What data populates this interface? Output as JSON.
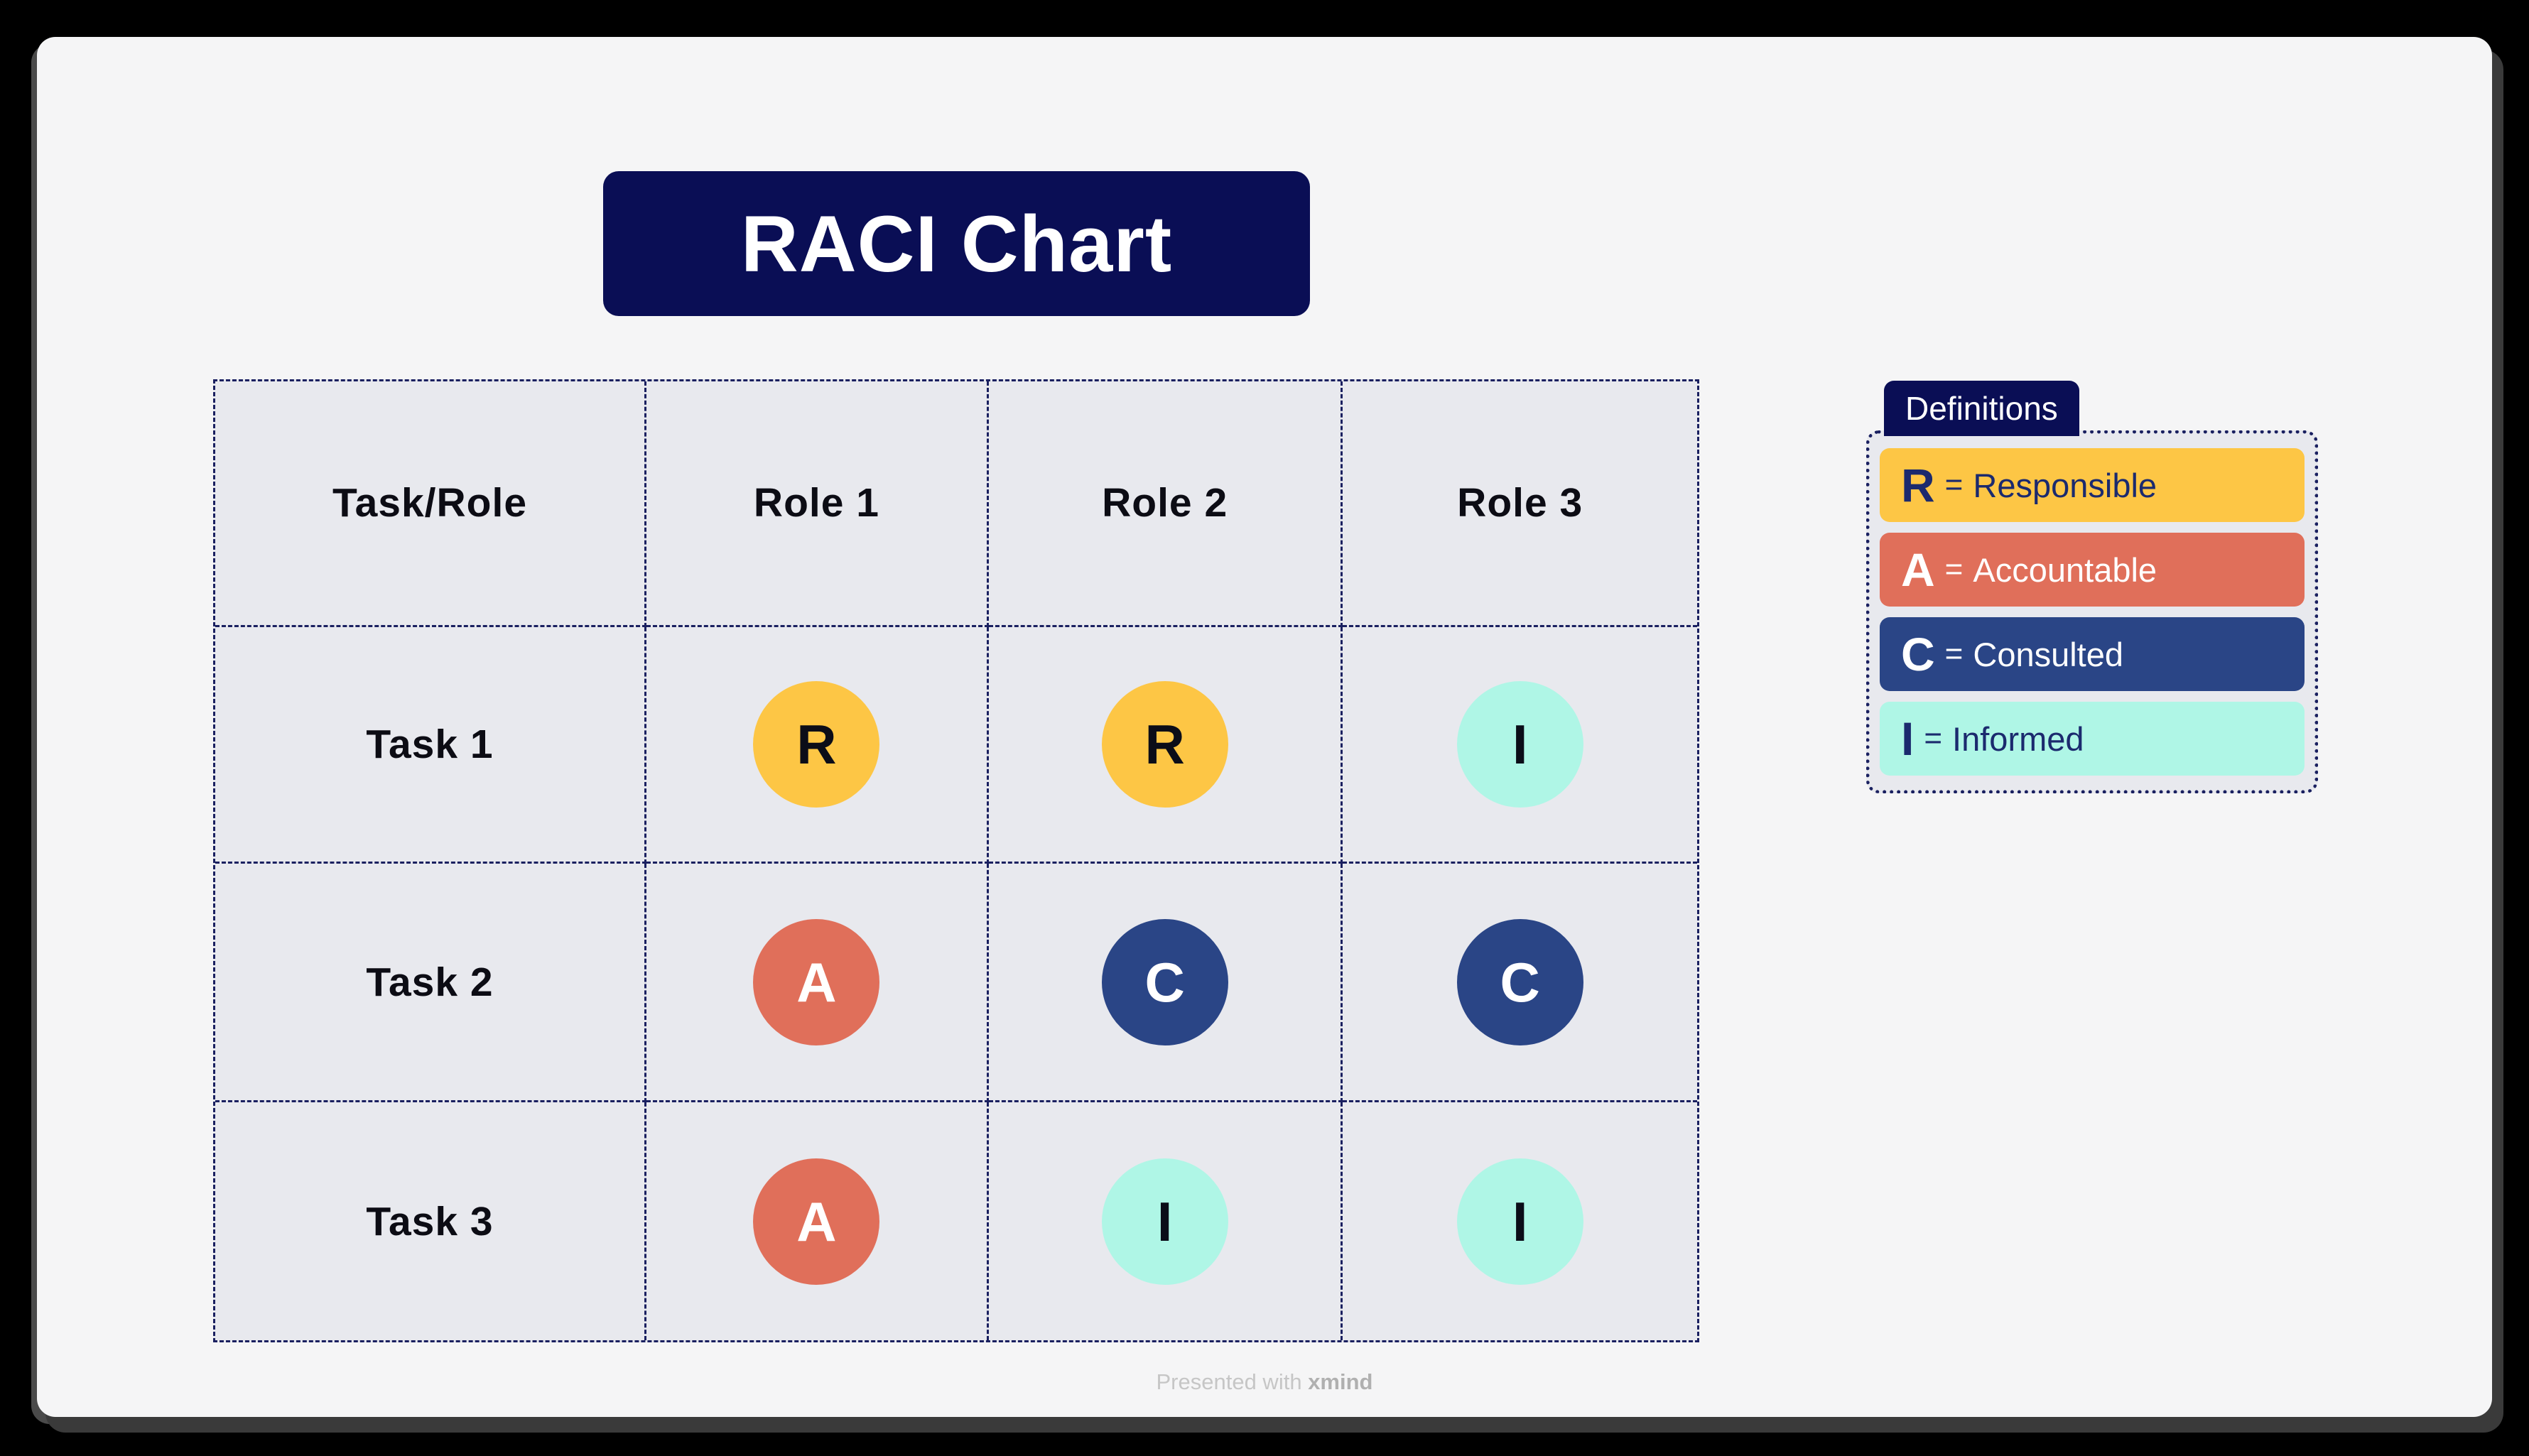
{
  "title": "RACI Chart",
  "table": {
    "header": [
      "Task/Role",
      "Role 1",
      "Role 2",
      "Role 3"
    ],
    "rows": [
      {
        "task": "Task 1",
        "cells": [
          {
            "letter": "R",
            "meaning": "Responsible",
            "bg": "#fdc645",
            "fg": "#0b0d18"
          },
          {
            "letter": "R",
            "meaning": "Responsible",
            "bg": "#fdc645",
            "fg": "#0b0d18"
          },
          {
            "letter": "I",
            "meaning": "Informed",
            "bg": "#aff6e6",
            "fg": "#0b0d18"
          }
        ]
      },
      {
        "task": "Task 2",
        "cells": [
          {
            "letter": "A",
            "meaning": "Accountable",
            "bg": "#e06f5a",
            "fg": "#ffffff"
          },
          {
            "letter": "C",
            "meaning": "Consulted",
            "bg": "#2a4586",
            "fg": "#ffffff"
          },
          {
            "letter": "C",
            "meaning": "Consulted",
            "bg": "#2a4586",
            "fg": "#ffffff"
          }
        ]
      },
      {
        "task": "Task 3",
        "cells": [
          {
            "letter": "A",
            "meaning": "Accountable",
            "bg": "#e06f5a",
            "fg": "#ffffff"
          },
          {
            "letter": "I",
            "meaning": "Informed",
            "bg": "#aff6e6",
            "fg": "#0b0d18"
          },
          {
            "letter": "I",
            "meaning": "Informed",
            "bg": "#aff6e6",
            "fg": "#0b0d18"
          }
        ]
      }
    ]
  },
  "legend": {
    "title": "Definitions",
    "items": [
      {
        "letter": "R",
        "eq": "=",
        "label": "Responsible",
        "bg": "#fdc645",
        "fg": "#1b2a6e"
      },
      {
        "letter": "A",
        "eq": "=",
        "label": "Accountable",
        "bg": "#e06f5a",
        "fg": "#ffffff"
      },
      {
        "letter": "C",
        "eq": "=",
        "label": "Consulted",
        "bg": "#2a4586",
        "fg": "#ffffff"
      },
      {
        "letter": "I",
        "eq": "=",
        "label": "Informed",
        "bg": "#aff6e6",
        "fg": "#1b2a6e"
      }
    ]
  },
  "footer": {
    "text": "Presented with",
    "brand": "xmind"
  },
  "colors": {
    "page_background": "#000000",
    "canvas_background": "#f5f5f6",
    "bezel": "#3a3a3a",
    "title_box": "#0a0e55",
    "table_cell_background": "#e8e9ee",
    "dashed_border": "#1a2060",
    "responsible_yellow": "#fdc645",
    "accountable_salmon": "#e06f5a",
    "consulted_blue": "#2a4586",
    "informed_mint": "#aff6e6",
    "dark_letter": "#0b0d18",
    "navy_text": "#1b2a6e",
    "footer_text": "#c6c6c6"
  }
}
